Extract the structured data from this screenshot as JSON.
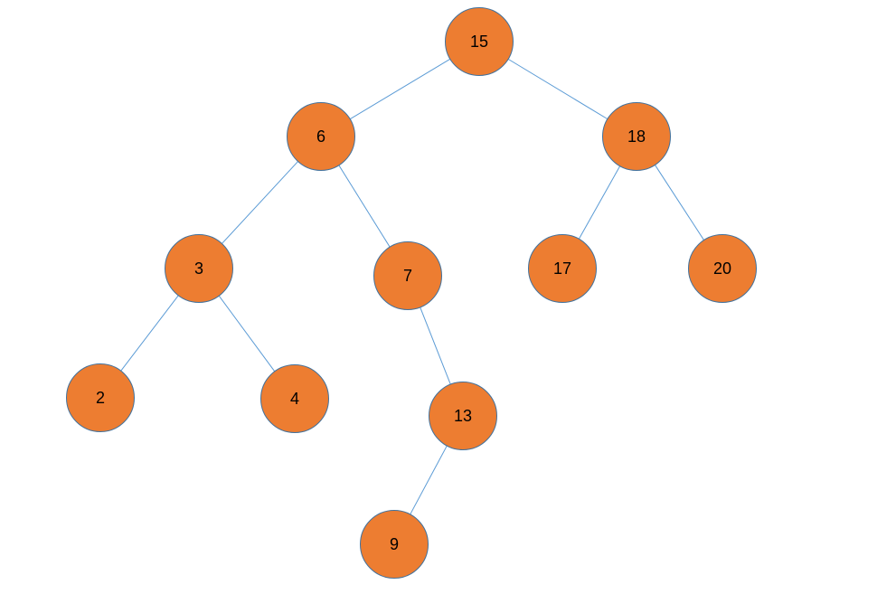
{
  "colors": {
    "node_fill": "#ed7d31",
    "node_outline": "#41719c",
    "edge": "#5b9bd5",
    "background": "#ffffff"
  },
  "tree": {
    "nodes": [
      {
        "id": "n15",
        "label": "15"
      },
      {
        "id": "n6",
        "label": "6"
      },
      {
        "id": "n18",
        "label": "18"
      },
      {
        "id": "n3",
        "label": "3"
      },
      {
        "id": "n7",
        "label": "7"
      },
      {
        "id": "n17",
        "label": "17"
      },
      {
        "id": "n20",
        "label": "20"
      },
      {
        "id": "n2",
        "label": "2"
      },
      {
        "id": "n4",
        "label": "4"
      },
      {
        "id": "n13",
        "label": "13"
      },
      {
        "id": "n9",
        "label": "9"
      }
    ],
    "edges": [
      {
        "from": "n15",
        "to": "n6"
      },
      {
        "from": "n15",
        "to": "n18"
      },
      {
        "from": "n6",
        "to": "n3"
      },
      {
        "from": "n6",
        "to": "n7"
      },
      {
        "from": "n18",
        "to": "n17"
      },
      {
        "from": "n18",
        "to": "n20"
      },
      {
        "from": "n3",
        "to": "n2"
      },
      {
        "from": "n3",
        "to": "n4"
      },
      {
        "from": "n7",
        "to": "n13"
      },
      {
        "from": "n13",
        "to": "n9"
      }
    ]
  }
}
